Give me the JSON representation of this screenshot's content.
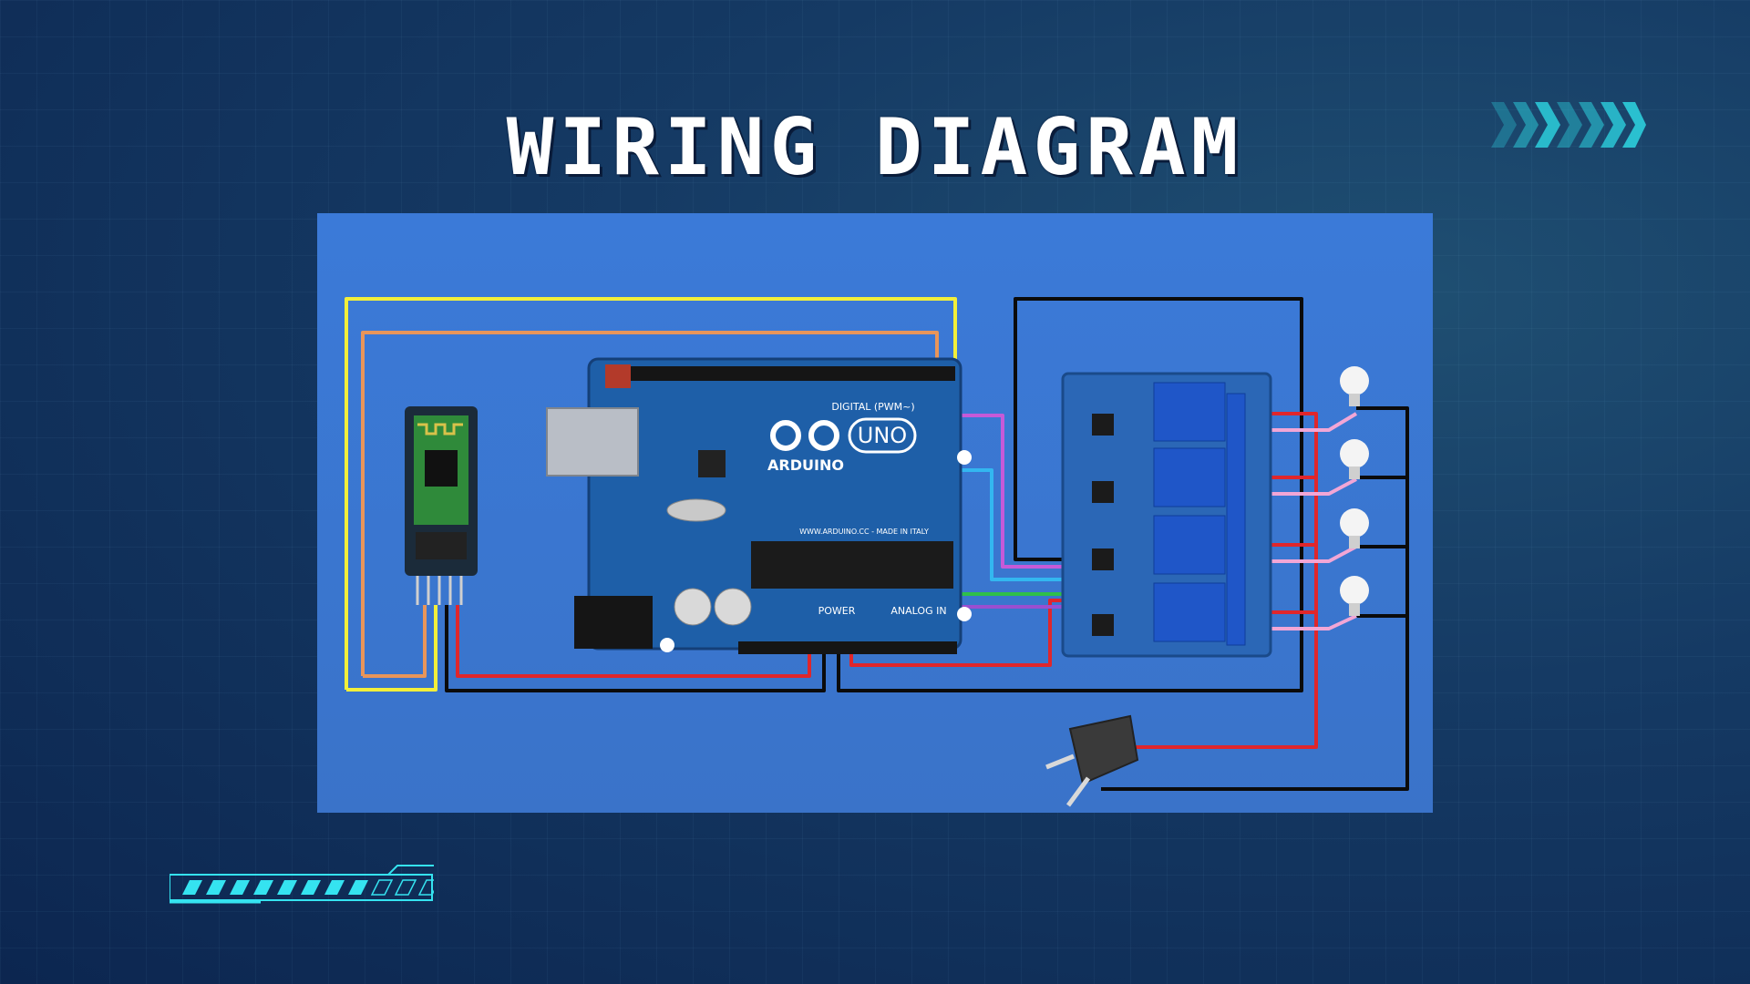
{
  "slide": {
    "title": "WIRING DIAGRAM"
  },
  "board": {
    "brand": "ARDUINO",
    "model": "UNO",
    "digital_label": "DIGITAL (PWM~)",
    "power_label": "POWER",
    "analog_label": "ANALOG IN",
    "url_label": "WWW.ARDUINO.CC - MADE IN ITALY"
  },
  "progress": {
    "filled_segments": 8,
    "total_segments": 11
  },
  "colors": {
    "panel": "#3b7ad8",
    "wire_yellow": "#f2ef3a",
    "wire_orange": "#e8955a",
    "wire_red": "#e0262b",
    "wire_black": "#0b0b0b",
    "wire_magenta": "#c65ad8",
    "wire_cyan": "#33b7f0",
    "wire_green": "#2fbf4a",
    "accent_cyan": "#35e3f0"
  }
}
